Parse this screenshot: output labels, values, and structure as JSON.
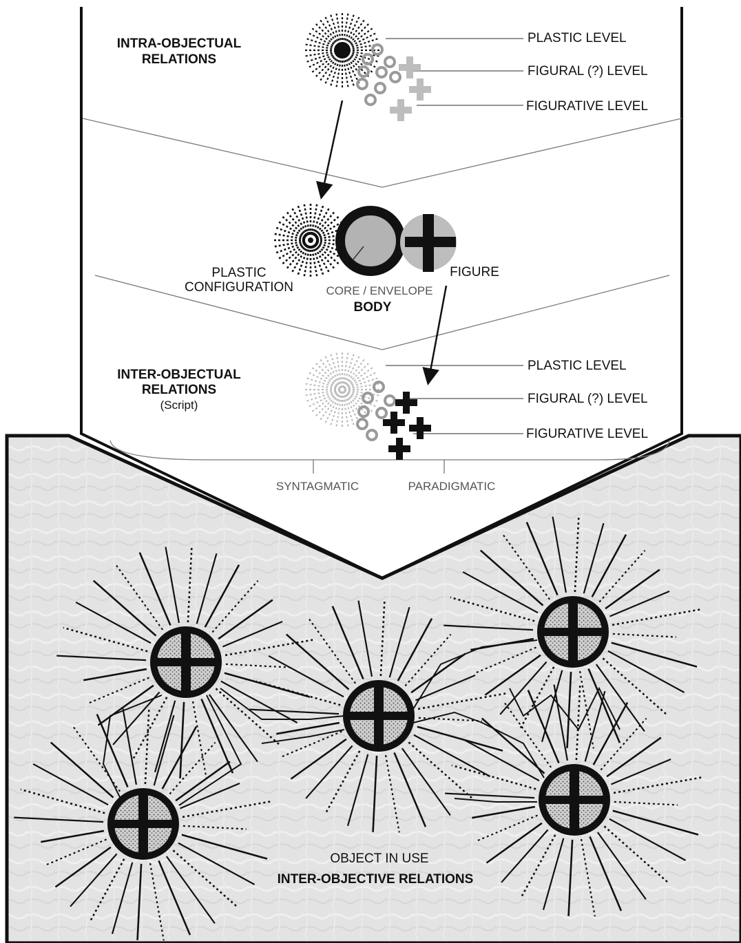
{
  "intra": {
    "heading_line1": "INTRA-OBJECTUAL",
    "heading_line2": "RELATIONS",
    "levels": [
      "PLASTIC LEVEL",
      "FIGURAL (?) LEVEL",
      "FIGURATIVE LEVEL"
    ]
  },
  "body": {
    "plastic_line1": "PLASTIC",
    "plastic_line2": "CONFIGURATION",
    "core_envelope": "CORE / ENVELOPE",
    "body_label": "BODY",
    "figure_label": "FIGURE"
  },
  "inter": {
    "heading_line1": "INTER-OBJECTUAL",
    "heading_line2": "RELATIONS",
    "heading_sub": "(Script)",
    "levels": [
      "PLASTIC LEVEL",
      "FIGURAL (?) LEVEL",
      "FIGURATIVE LEVEL"
    ]
  },
  "axes": {
    "syntagmatic": "SYNTAGMATIC",
    "paradigmatic": "PARADIGMATIC"
  },
  "use": {
    "line1": "OBJECT IN USE",
    "line2": "INTER-OBJECTIVE RELATIONS"
  },
  "colors": {
    "ink": "#111111",
    "light_grey": "#bdbdbd",
    "mid_grey": "#9a9a9a",
    "panel": "#e2e2e2"
  }
}
